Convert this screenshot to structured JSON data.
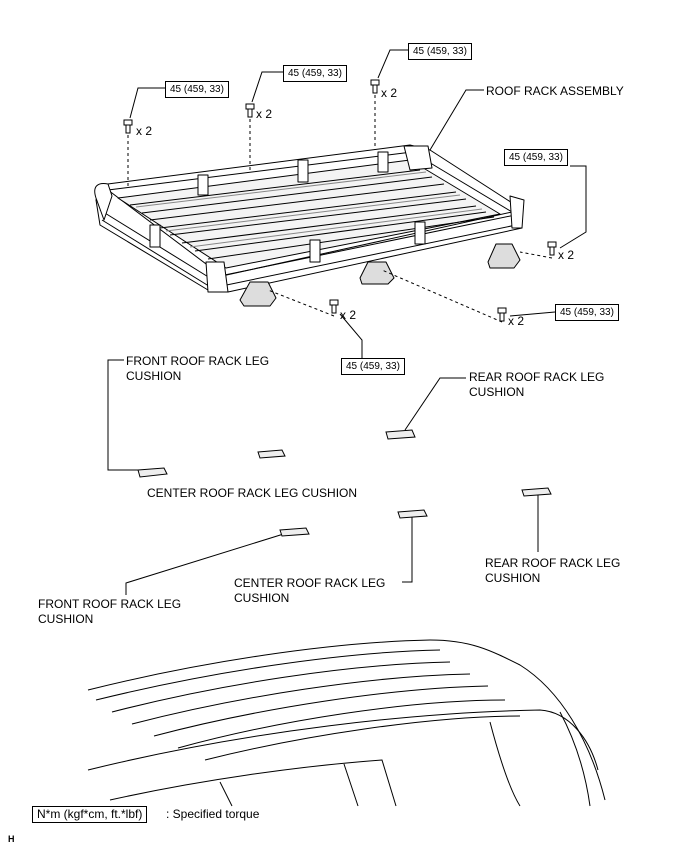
{
  "torque": {
    "t1": "45 (459, 33)",
    "t2": "45 (459, 33)",
    "t3": "45 (459, 33)",
    "t4": "45 (459, 33)",
    "t5": "45 (459, 33)",
    "t6": "45 (459, 33)"
  },
  "qty": {
    "q1": "x 2",
    "q2": "x 2",
    "q3": "x 2",
    "q4": "x 2",
    "q5": "x 2",
    "q6": "x 2"
  },
  "labels": {
    "roof_rack_assembly": "ROOF RACK ASSEMBLY",
    "front_cushion_1_a": "FRONT ROOF RACK LEG",
    "front_cushion_1_b": "CUSHION",
    "rear_cushion_1_a": "REAR ROOF RACK LEG",
    "rear_cushion_1_b": "CUSHION",
    "center_cushion_1": "CENTER ROOF RACK LEG CUSHION",
    "rear_cushion_2_a": "REAR ROOF RACK LEG",
    "rear_cushion_2_b": "CUSHION",
    "center_cushion_2_a": "CENTER ROOF RACK LEG",
    "center_cushion_2_b": "CUSHION",
    "front_cushion_2_a": "FRONT ROOF RACK LEG",
    "front_cushion_2_b": "CUSHION"
  },
  "legend": {
    "unit_box": "N*m (kgf*cm, ft.*lbf)",
    "text": ": Specified torque"
  },
  "corner_mark": "H"
}
